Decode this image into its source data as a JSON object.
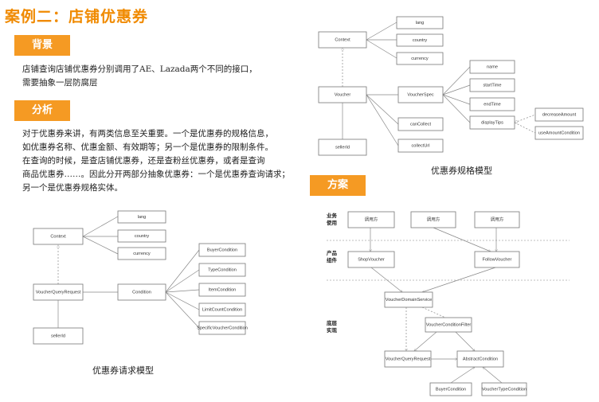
{
  "title": "案例二：店铺优惠券",
  "sections": {
    "background_label": "背景",
    "background_lines": [
      "店铺查询店铺优惠券分别调用了AE、Lazada两个不同的接口，",
      "需要抽象一层防腐层"
    ],
    "analysis_label": "分析",
    "analysis_lines": [
      "对于优惠券来讲，有两类信息至关重要。一个是优惠券的规格信息，",
      "如优惠券名称、优惠金额、有效期等；另一个是优惠券的限制条件。",
      "在查询的时候，是查店铺优惠券，还是查粉丝优惠券，或者是查询",
      "商品优惠券……。因此分开两部分抽象优惠券：一个是优惠券查询请求；",
      "另一个是优惠券规格实体。"
    ],
    "solution_label": "方案"
  },
  "diagrams": {
    "request_model": {
      "caption": "优惠券请求模型",
      "nodes": {
        "context": "Context",
        "lang": "lang",
        "country": "country",
        "currency": "currency",
        "voucher_query_request": "VoucherQueryRequest",
        "condition": "Condition",
        "seller_id": "sellerId",
        "buyer_condition": "BuyerCondition",
        "type_condition": "TypeCondition",
        "item_condition": "ItemCondition",
        "limit_count_condition": "LimitCountCondition",
        "specific_voucher_condition": "SpecificVoucherCondition"
      }
    },
    "spec_model": {
      "caption": "优惠券规格模型",
      "nodes": {
        "lang": "lang",
        "context": "Context",
        "country": "country",
        "currency": "currency",
        "voucher": "Voucher",
        "voucher_spec": "VoucherSpec",
        "name": "name",
        "start_time": "startTime",
        "end_time": "endTime",
        "display_tips": "displayTips",
        "decrease_amount": "decreaseAmount",
        "use_amount_condition": "useAmountCondition",
        "can_collect": "canCollect",
        "collect_url": "collectUrl",
        "seller_id": "sellerId"
      }
    },
    "solution": {
      "layers": {
        "business": "业务\n使用",
        "product": "产品\n组件",
        "infra": "底层\n实现"
      },
      "nodes": {
        "caller1": "调用方",
        "caller2": "调用方",
        "caller3": "调用方",
        "shop_voucher": "ShopVoucher",
        "follow_voucher": "FollowVoucher",
        "voucher_domain_service": "VoucherDomainService",
        "voucher_condition_filter": "VoucherConditionFilter",
        "voucher_query_request": "VoucherQueryRequest",
        "abstract_condition": "AbstractCondition",
        "buyer_condition": "BuyerCondition",
        "voucher_type_condition": "VoucherTypeCondition"
      }
    }
  }
}
